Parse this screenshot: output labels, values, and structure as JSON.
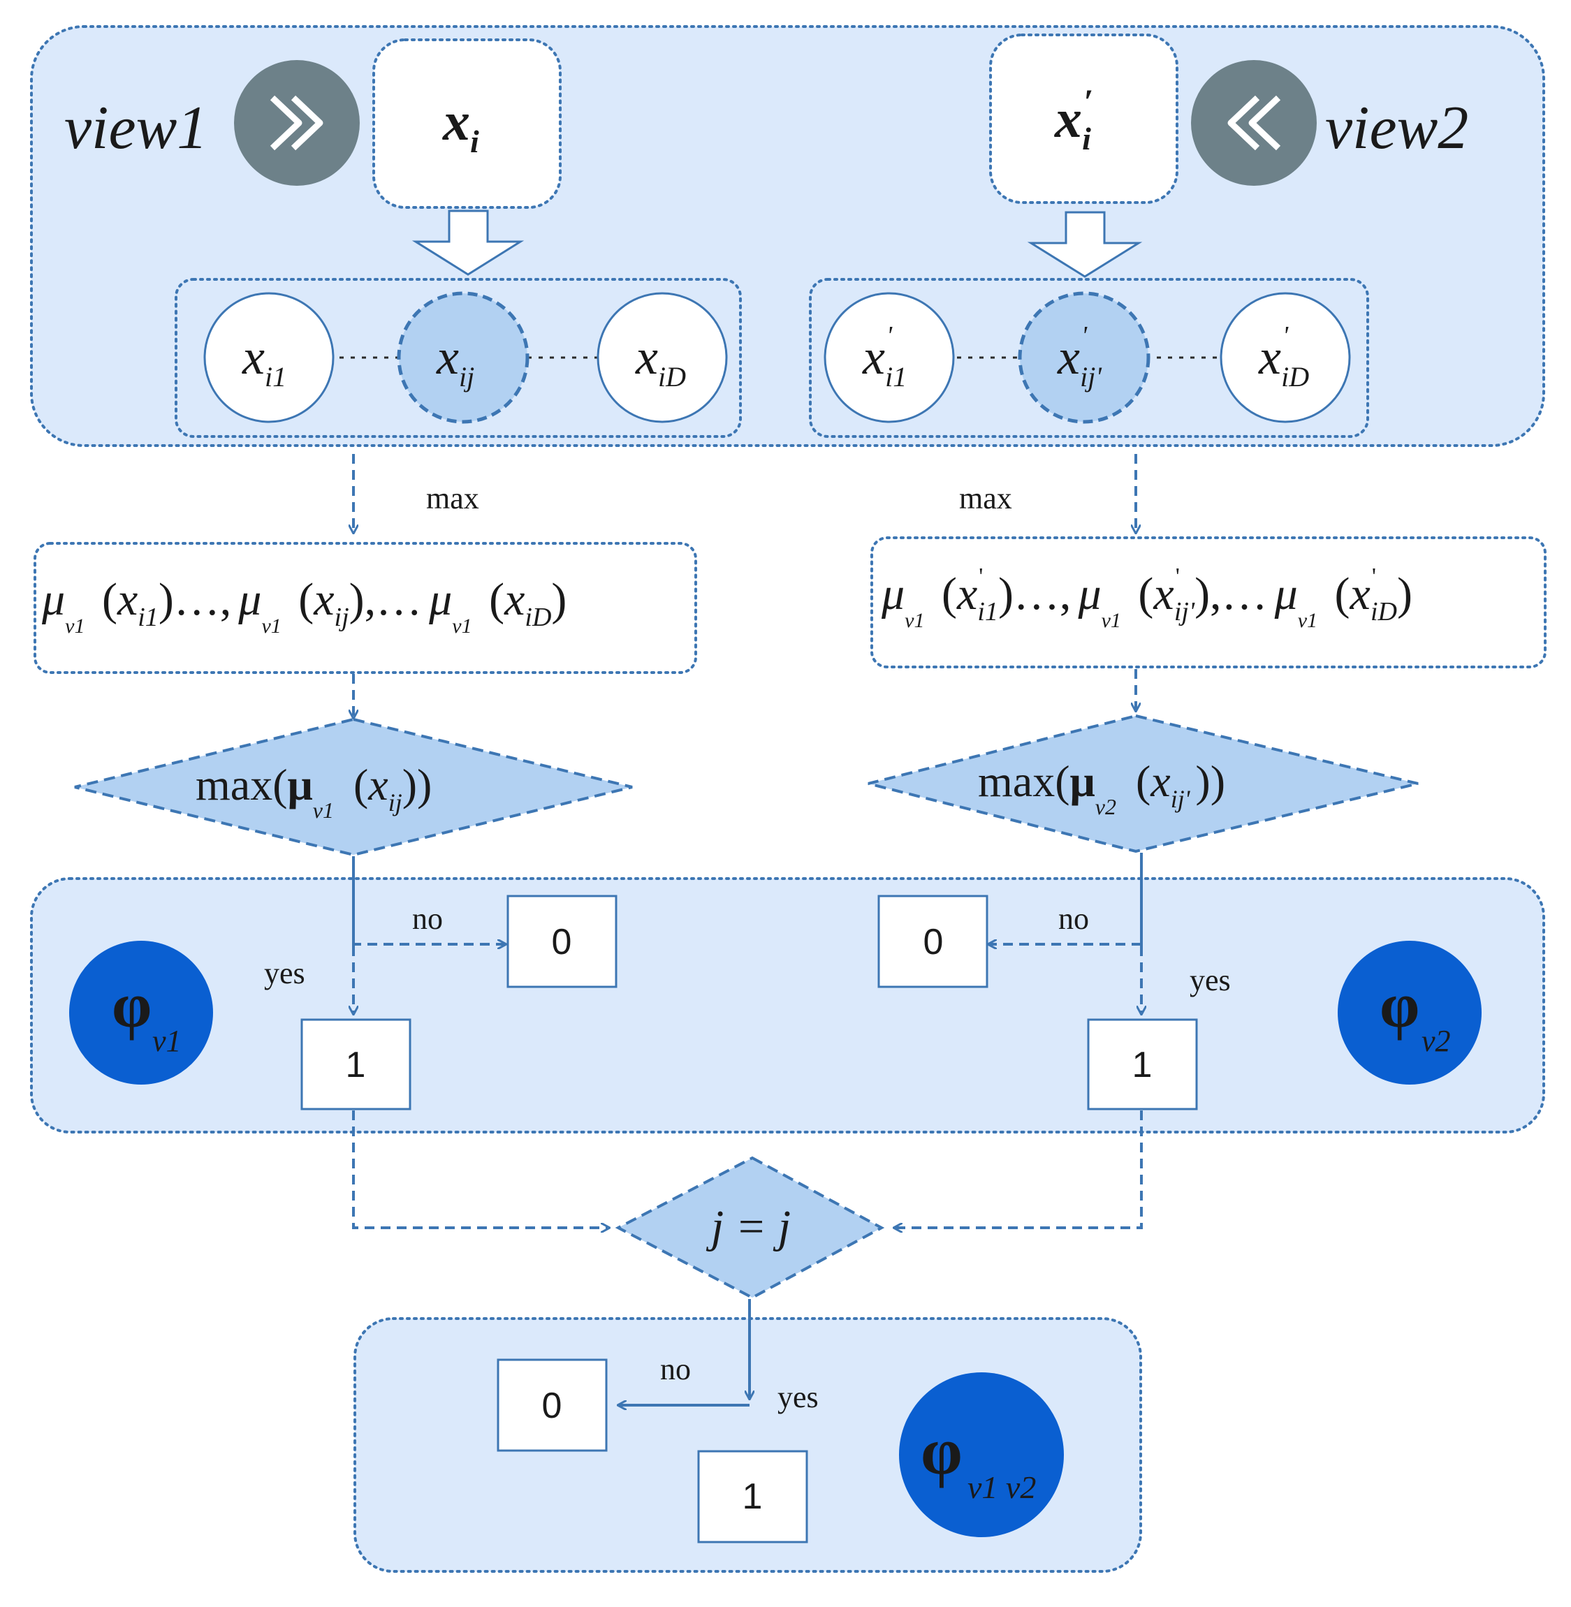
{
  "colors": {
    "panel_fill": "#dbe9fb",
    "panel_stroke": "#3d76b3",
    "node_highlight": "#b2d1f2",
    "dark_circle": "#6d8189",
    "phi_circle": "#0a5fd1",
    "arrow_stroke": "#3d76b3"
  },
  "icons": {
    "view1": "double-chevron-right-icon",
    "view2": "double-chevron-left-icon"
  },
  "view1": {
    "label": "view1",
    "input": {
      "base": "x",
      "sub": "i"
    },
    "nodes": [
      {
        "base": "x",
        "sub": "i1",
        "highlight": false
      },
      {
        "base": "x",
        "sub": "ij",
        "highlight": true
      },
      {
        "base": "x",
        "sub": "iD",
        "highlight": false
      }
    ],
    "max_label": "max",
    "membership": {
      "mu": "μ",
      "mu_sub": "v1",
      "subs": [
        "i1",
        "ij",
        "iD"
      ]
    },
    "decision": {
      "text": "max(",
      "mu": "μ",
      "mu_sub": "v1",
      "arg_base": "x",
      "arg_sub": "ij",
      "close": "))"
    },
    "no_label": "no",
    "yes_label": "yes",
    "zero": "0",
    "one": "1",
    "phi": {
      "symbol": "φ",
      "sub": "v1"
    }
  },
  "view2": {
    "label": "view2",
    "input": {
      "base": "x",
      "sub": "i",
      "prime": "′"
    },
    "nodes": [
      {
        "base": "x",
        "sub": "i1",
        "prime": "'",
        "highlight": false
      },
      {
        "base": "x",
        "sub": "ij'",
        "prime": "'",
        "highlight": true
      },
      {
        "base": "x",
        "sub": "iD",
        "prime": "'",
        "highlight": false
      }
    ],
    "max_label": "max",
    "membership": {
      "mu": "μ",
      "mu_sub": "v1",
      "subs": [
        "i1",
        "ij'",
        "iD"
      ],
      "prime": "'"
    },
    "decision": {
      "text": "max(",
      "mu": "μ",
      "mu_sub": "v2",
      "arg_base": "x",
      "arg_sub": "ij'",
      "close": "))"
    },
    "no_label": "no",
    "yes_label": "yes",
    "zero": "0",
    "one": "1",
    "phi": {
      "symbol": "φ",
      "sub": "v2"
    }
  },
  "final": {
    "compare": "j = j",
    "no_label": "no",
    "yes_label": "yes",
    "zero": "0",
    "one": "1",
    "phi": {
      "symbol": "φ",
      "sub": "v1 v2"
    }
  }
}
